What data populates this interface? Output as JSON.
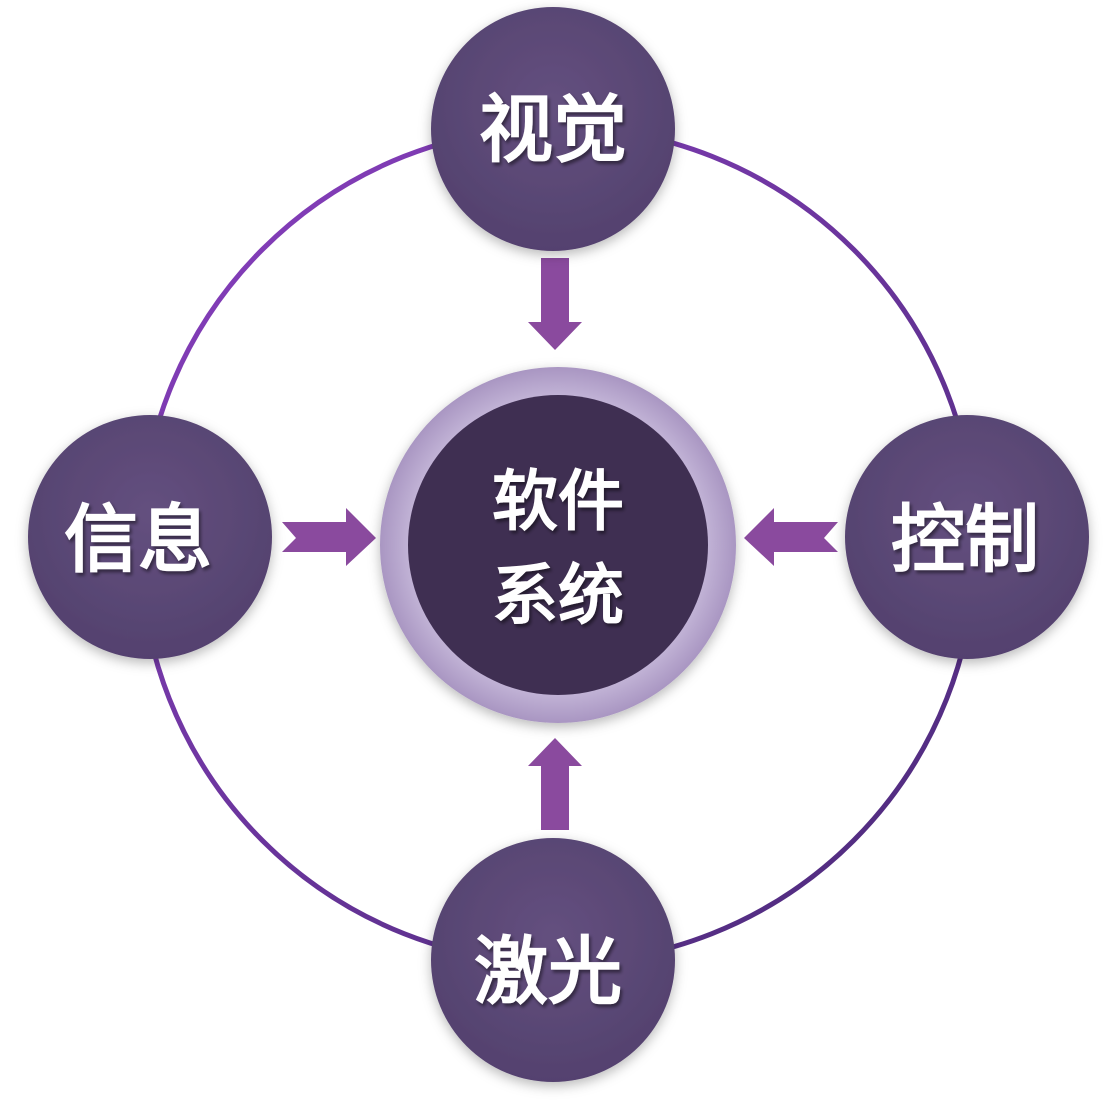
{
  "diagram": {
    "center": {
      "line1": "软件",
      "line2": "系统"
    },
    "nodes": {
      "top": "视觉",
      "left": "信息",
      "right": "控制",
      "bottom": "激光"
    }
  },
  "colors": {
    "node_fill": "#5e4a7b",
    "node_fill_dark": "#4f3d6a",
    "center_fill": "#3f2f52",
    "center_halo": "#b3a3cb",
    "ring": "#6a3aa0",
    "arrow": "#8a4a9e"
  }
}
